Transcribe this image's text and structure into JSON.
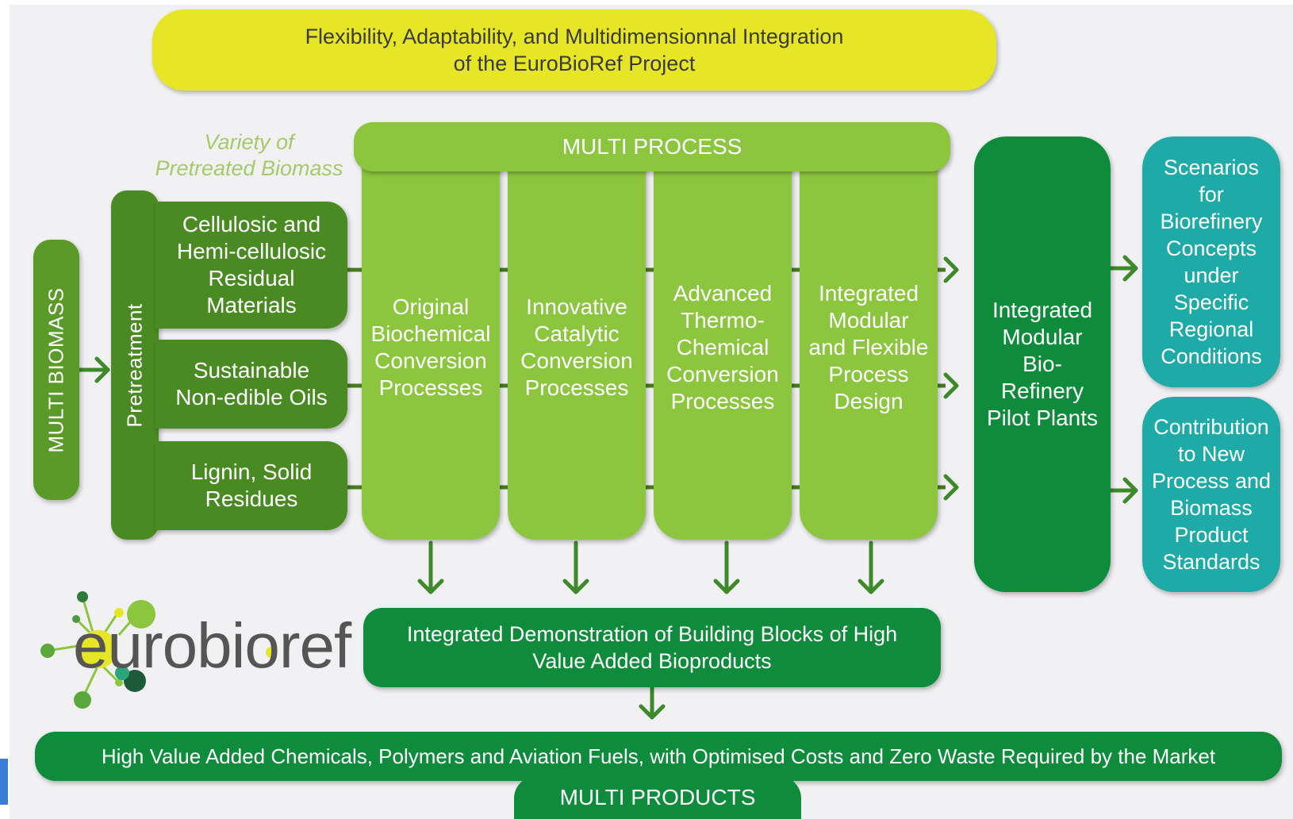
{
  "banner": {
    "line1": "Flexibility, Adaptability, and Multidimensionnal Integration",
    "line2": "of the EuroBioRef Project"
  },
  "variety": {
    "line1": "Variety of",
    "line2": "Pretreated Biomass"
  },
  "multi_biomass": "MULTI BIOMASS",
  "pretreatment": "Pretreatment",
  "biomass_types": [
    {
      "lines": [
        "Cellulosic and",
        "Hemi-cellulosic",
        "Residual",
        "Materials"
      ]
    },
    {
      "lines": [
        "Sustainable",
        "Non-edible Oils"
      ]
    },
    {
      "lines": [
        "Lignin, Solid",
        "Residues"
      ]
    }
  ],
  "multi_process": "MULTI PROCESS",
  "processes": [
    {
      "lines": [
        "Original",
        "Biochemical",
        "Conversion",
        "Processes"
      ]
    },
    {
      "lines": [
        "Innovative",
        "Catalytic",
        "Conversion",
        "Processes"
      ]
    },
    {
      "lines": [
        "Advanced",
        "Thermo-",
        "Chemical",
        "Conversion",
        "Processes"
      ]
    },
    {
      "lines": [
        "Integrated",
        "Modular",
        "and Flexible",
        "Process",
        "Design"
      ]
    }
  ],
  "pilot_plants": {
    "lines": [
      "Integrated",
      "Modular",
      "Bio-",
      "Refinery",
      "Pilot Plants"
    ]
  },
  "outcomes": [
    {
      "lines": [
        "Scenarios",
        "for",
        "Biorefinery",
        "Concepts",
        "under",
        "Specific",
        "Regional",
        "Conditions"
      ]
    },
    {
      "lines": [
        "Contribution",
        "to New",
        "Process and",
        "Biomass",
        "Product",
        "Standards"
      ]
    }
  ],
  "demonstration": {
    "line1": "Integrated Demonstration of Building Blocks of High",
    "line2": "Value Added Bioproducts"
  },
  "high_value": "High Value Added Chemicals, Polymers and Aviation Fuels, with Optimised Costs and Zero Waste Required by the Market",
  "multi_products": "MULTI PRODUCTS",
  "logo": {
    "prefix": "e",
    "word": "urobioref"
  },
  "colors": {
    "banner_yellow": "#e6e626",
    "light_green": "#8cc63f",
    "mid_green": "#4a8a22",
    "dark_green": "#0e8c3c",
    "teal": "#1eaaa6"
  }
}
